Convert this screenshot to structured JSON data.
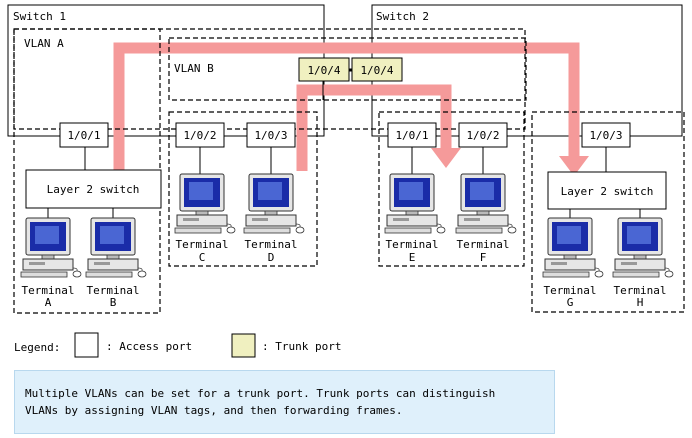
{
  "switches": [
    {
      "label": "Switch 1"
    },
    {
      "label": "Switch 2"
    }
  ],
  "vlans": {
    "a": "VLAN A",
    "b": "VLAN B"
  },
  "ports": {
    "s1_101": "1/0/1",
    "s1_102": "1/0/2",
    "s1_103": "1/0/3",
    "s1_104": "1/0/4",
    "s2_104": "1/0/4",
    "s2_101": "1/0/1",
    "s2_102": "1/0/2",
    "s2_103": "1/0/3"
  },
  "l2switch_label": "Layer 2 switch",
  "terminals": [
    {
      "word": "Terminal",
      "id": "A"
    },
    {
      "word": "Terminal",
      "id": "B"
    },
    {
      "word": "Terminal",
      "id": "C"
    },
    {
      "word": "Terminal",
      "id": "D"
    },
    {
      "word": "Terminal",
      "id": "E"
    },
    {
      "word": "Terminal",
      "id": "F"
    },
    {
      "word": "Terminal",
      "id": "G"
    },
    {
      "word": "Terminal",
      "id": "H"
    }
  ],
  "legend": {
    "title": "Legend:",
    "access": ": Access port",
    "trunk": ": Trunk port"
  },
  "colors": {
    "trunk_fill": "#f0f0c0",
    "flow_arrow": "#f59a9a",
    "note_bg": "#dff0fb"
  },
  "note": {
    "line1": "Multiple VLANs can be set for a trunk port. Trunk ports can distinguish",
    "line2": "VLANs by assigning VLAN tags, and then forwarding frames."
  }
}
